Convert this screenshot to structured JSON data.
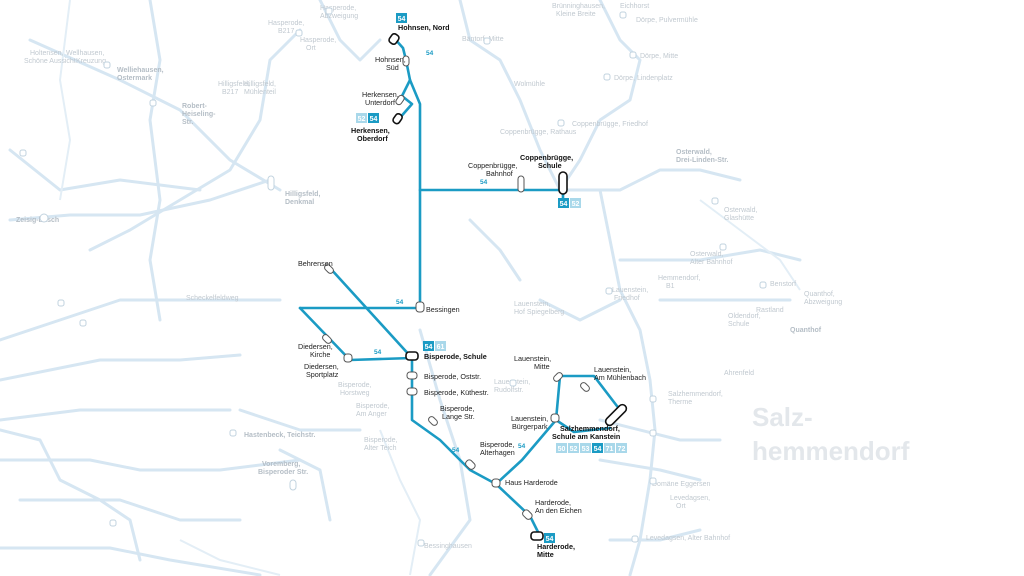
{
  "route": {
    "number": "54",
    "color": "#1b9bc4",
    "faded_color": "#a9d8ea"
  },
  "town_label": {
    "line1": "Salz-",
    "line2": "hemmendorf"
  },
  "stops": {
    "hohnsen_nord": "Hohnsen, Nord",
    "hohnsen_sued_1": "Hohnsen,",
    "hohnsen_sued_2": "Süd",
    "herkensen_unterdorf_1": "Herkensen,",
    "herkensen_unterdorf_2": "Unterdorf",
    "herkensen_oberdorf_1": "Herkensen,",
    "herkensen_oberdorf_2": "Oberdorf",
    "coppenbruegge_bf_1": "Coppenbrügge,",
    "coppenbruegge_bf_2": "Bahnhof",
    "coppenbruegge_schule_1": "Coppenbrügge,",
    "coppenbruegge_schule_2": "Schule",
    "behrensen": "Behrensen",
    "bessingen": "Bessingen",
    "diedersen_kirche_1": "Diedersen,",
    "diedersen_kirche_2": "Kirche",
    "diedersen_sport_1": "Diedersen,",
    "diedersen_sport_2": "Sportplatz",
    "bisperode_schule": "Bisperode, Schule",
    "bisperode_oststr": "Bisperode, Oststr.",
    "bisperode_kuethestr": "Bisperode, Küthestr.",
    "bisperode_lange_1": "Bisperode,",
    "bisperode_lange_2": "Lange Str.",
    "bisperode_alter_hagen_1": "Bisperode,",
    "bisperode_alter_hagen_2": "Alterhagen",
    "haus_harderode": "Haus Harderode",
    "harderode_eichen_1": "Harderode,",
    "harderode_eichen_2": "An den Eichen",
    "harderode_mitte_1": "Harderode,",
    "harderode_mitte_2": "Mitte",
    "lauenstein_mitte_1": "Lauenstein,",
    "lauenstein_mitte_2": "Mitte",
    "lauenstein_muehlenbach_1": "Lauenstein,",
    "lauenstein_muehlenbach_2": "Am Mühlenbach",
    "lauenstein_buergerpark_1": "Lauenstein,",
    "lauenstein_buergerpark_2": "Bürgerpark",
    "salz_schule_1": "Salzhemmendorf,",
    "salz_schule_2": "Schule am Kanstein"
  },
  "line_badges": {
    "hohnsen": [
      "54"
    ],
    "herkensen": [
      "52",
      "54"
    ],
    "coppenbruegge": [
      "54",
      "52"
    ],
    "bisperode": [
      "54",
      "61"
    ],
    "salz": [
      "50",
      "52",
      "53",
      "54",
      "71",
      "72"
    ],
    "harderode": [
      "54"
    ]
  },
  "background_labels": {
    "hasperode_azweigung": [
      "Hasperode,",
      "Abzweigung"
    ],
    "hasperode_b217": [
      "Hasperode,",
      "B217"
    ],
    "hasperode_ort": [
      "Hasperode,",
      "Ort"
    ],
    "baentorf_mitte": "Bäntorf, Mitte",
    "bruenninghausen": [
      "Brünninghausen,",
      "Kleine Breite"
    ],
    "eichhorst": "Eichhorst",
    "doerpe_pulvermuehle": "Dörpe, Pulvermühle",
    "doerpe_mitte": "Dörpe, Mitte",
    "doerpe_lindenplatz": "Dörpe, Lindenplatz",
    "wolmuehle": "Wolmühle",
    "coppenbruegge_rathaus": "Coppenbrügge, Rathaus",
    "coppenbruegge_friedhof": "Coppenbrügge, Friedhof",
    "holtensen_schoene": [
      "Holtensen,",
      "Schöne Aussicht"
    ],
    "wellihausen": [
      "Wellhausen,",
      "Kreuzung"
    ],
    "welliehausen_osterfeld": [
      "Welliehausen,",
      "Ostermark"
    ],
    "hilligsfeld_b217": [
      "Hilligsfeld,",
      "B217"
    ],
    "hilligsfeld_muehlenteil": [
      "Hilligsfeld,",
      "Mühlenteil"
    ],
    "hilligsfeld_denkmal": [
      "Hilligsfeld,",
      "Denkmal"
    ],
    "robert_heiseling": [
      "Robert-",
      "Heiseling-",
      "Str."
    ],
    "osterwald_dreilinden": [
      "Osterwald,",
      "Drei-Linden-Str."
    ],
    "bessingen_bg": "Bessingen",
    "lauenstein_friedhof": [
      "Lauenstein,",
      "Friedhof"
    ],
    "ahrenfeld": "Ahrenfeld",
    "hastenbeck_teichstr": [
      "Hastenbeck, Teichstr."
    ],
    "voremberg_bisperoder": [
      "Voremberg,",
      "Bisperoder Str."
    ],
    "bessinghausen": "Bessinghausen",
    "salzhemmendorf_therme": [
      "Salzhemmendorf,",
      "Therme"
    ],
    "domaene_eggersen": "Domäne Eggersen",
    "levedagsen_ort": [
      "Levedagsen,",
      "Ort"
    ],
    "levedagsen_alter_bahnhof": "Levedagsen, Alter Bahnhof",
    "quanthof_abzweigung": [
      "Quanthof,",
      "Abzweigung"
    ],
    "quanthof": "Quanthof",
    "oldendorf_schule": [
      "Oldendorf,",
      "Schule"
    ],
    "hemmendorf_b1": [
      "Hemmendorf,",
      "B1"
    ],
    "rastland": "Rastland",
    "benstorf": "Benstorf",
    "osterwald_glashuette": [
      "Osterwald,",
      "Glashütte"
    ],
    "osterwald_alter_bahnhof": [
      "Osterwald,",
      "Alter Bahnhof"
    ],
    "lauenstein_hof_spiegelberg": [
      "Lauenstein,",
      "Hof Spiegelberg"
    ],
    "lauenstein_rudolfstr": [
      "Lauenstein,",
      "Rudolfstr."
    ],
    "bisperode_horstweg": [
      "Bisperode,",
      "Horstweg"
    ],
    "bisperode_am_anger": [
      "Bisperode,",
      "Am Anger"
    ],
    "bisperode_alter_teich": [
      "Bisperode,",
      "Alter Teich"
    ],
    "schecklerfeld": "Scheckelfeldweg",
    "zeisig": "Zeisig-busch"
  }
}
